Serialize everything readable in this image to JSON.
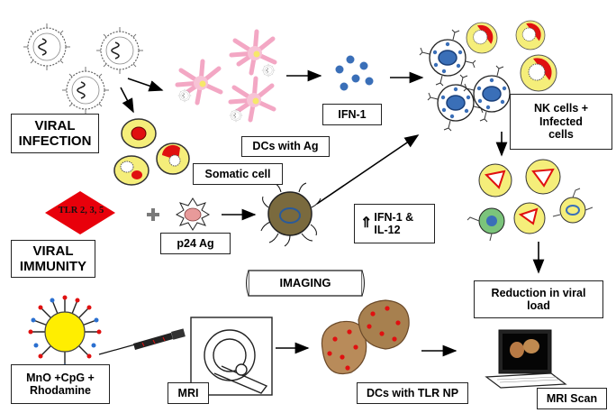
{
  "labels": {
    "viral_infection": "VIRAL\nINFECTION",
    "dcs_with_ag": "DCs with Ag",
    "ifn1": "IFN-1",
    "nk_infected": "NK cells +\nInfected\ncells",
    "somatic_cell": "Somatic cell",
    "tlr": "TLR 2, 3, 5",
    "viral_immunity": "VIRAL\nIMMUNITY",
    "p24": "p24 Ag",
    "ifn_il12_arrow": "⇑",
    "ifn_il12": "IFN-1 &\nIL-12",
    "imaging": "IMAGING",
    "reduction": "Reduction in viral\nload",
    "mno": "MnO +CpG +\nRhodamine",
    "mri": "MRI",
    "dcs_tlr_np": "DCs with TLR NP",
    "mri_scan": "MRI Scan"
  },
  "colors": {
    "tlr_diamond": "#e8000b",
    "nanoparticle": "#ffee00",
    "cell_yellow": "#f5ee7a",
    "red": "#e01010",
    "blue_nucleus": "#3a6fb8",
    "dc_pink": "#f3a7c4"
  }
}
